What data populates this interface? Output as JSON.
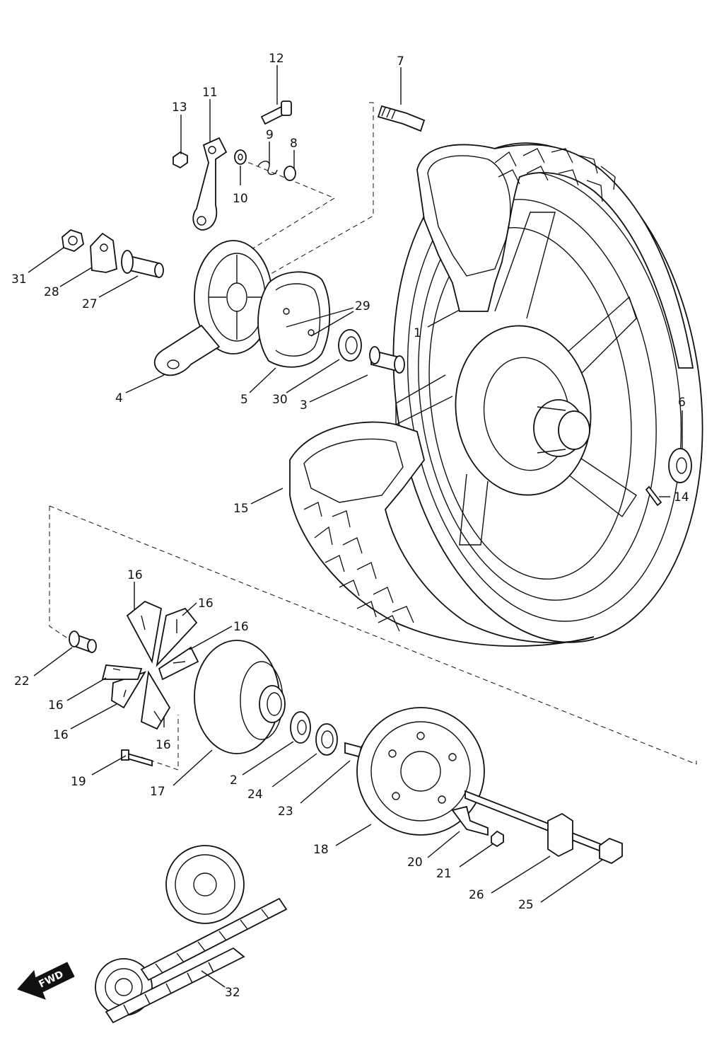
{
  "diagram": {
    "direction_label": "FWD",
    "callouts": [
      {
        "id": "c12",
        "label": "12"
      },
      {
        "id": "c7",
        "label": "7"
      },
      {
        "id": "c11",
        "label": "11"
      },
      {
        "id": "c13",
        "label": "13"
      },
      {
        "id": "c9",
        "label": "9"
      },
      {
        "id": "c8",
        "label": "8"
      },
      {
        "id": "c10",
        "label": "10"
      },
      {
        "id": "c31",
        "label": "31"
      },
      {
        "id": "c28",
        "label": "28"
      },
      {
        "id": "c27",
        "label": "27"
      },
      {
        "id": "c29",
        "label": "29"
      },
      {
        "id": "c1",
        "label": "1"
      },
      {
        "id": "c4",
        "label": "4"
      },
      {
        "id": "c5",
        "label": "5"
      },
      {
        "id": "c30",
        "label": "30"
      },
      {
        "id": "c3",
        "label": "3"
      },
      {
        "id": "c6",
        "label": "6"
      },
      {
        "id": "c14",
        "label": "14"
      },
      {
        "id": "c15",
        "label": "15"
      },
      {
        "id": "c16a",
        "label": "16"
      },
      {
        "id": "c16b",
        "label": "16"
      },
      {
        "id": "c16c",
        "label": "16"
      },
      {
        "id": "c22",
        "label": "22"
      },
      {
        "id": "c16d",
        "label": "16"
      },
      {
        "id": "c16e",
        "label": "16"
      },
      {
        "id": "c16f",
        "label": "16"
      },
      {
        "id": "c19",
        "label": "19"
      },
      {
        "id": "c17",
        "label": "17"
      },
      {
        "id": "c2",
        "label": "2"
      },
      {
        "id": "c24",
        "label": "24"
      },
      {
        "id": "c23",
        "label": "23"
      },
      {
        "id": "c18",
        "label": "18"
      },
      {
        "id": "c20",
        "label": "20"
      },
      {
        "id": "c21",
        "label": "21"
      },
      {
        "id": "c26",
        "label": "26"
      },
      {
        "id": "c25",
        "label": "25"
      },
      {
        "id": "c32",
        "label": "32"
      }
    ]
  }
}
